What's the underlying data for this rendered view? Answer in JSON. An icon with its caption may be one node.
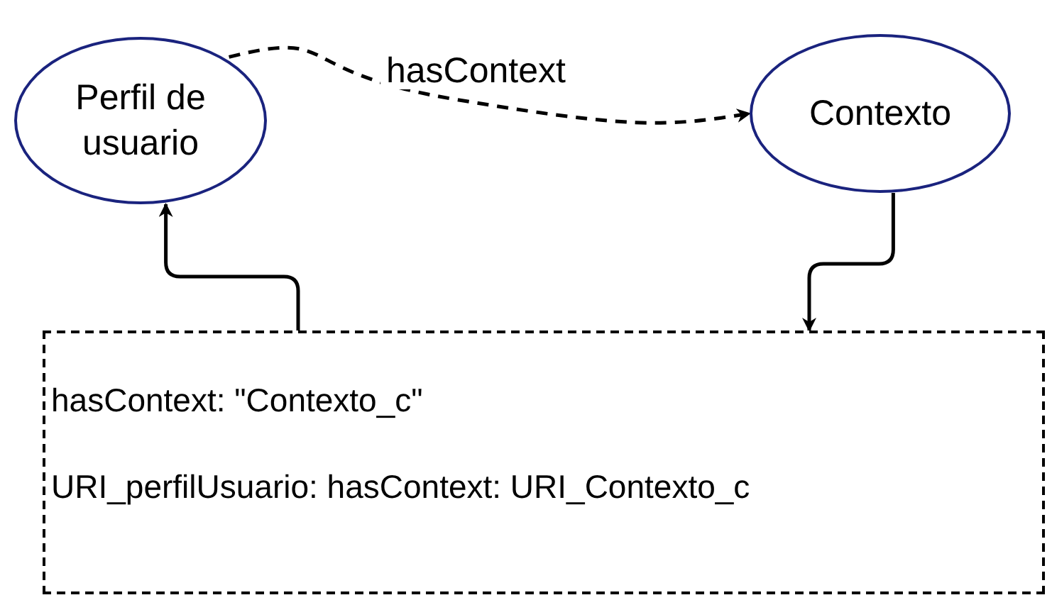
{
  "diagram": {
    "nodes": [
      {
        "text": [
          "Perfil de usuario"
        ]
      },
      {
        "text": [
          "Contexto"
        ]
      },
      {
        "text": [
          "hasContext: \"Contexto_c\"",
          "URI_perfilUsuario: hasContext: URI_Contexto_c"
        ]
      }
    ],
    "edges": [
      {
        "from": 0,
        "to": 1,
        "arrow": "to",
        "label": "hasContext",
        "style": "dashed"
      },
      {
        "from": 2,
        "to": 0,
        "arrow": "to"
      },
      {
        "from": 1,
        "to": 2,
        "arrow": "to"
      }
    ]
  }
}
